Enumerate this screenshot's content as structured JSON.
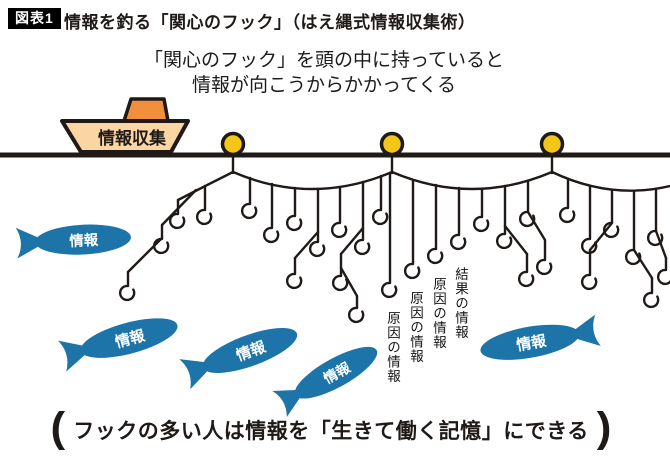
{
  "figure": {
    "badge": "図表1",
    "title": "情報を釣る「関心のフック」（はえ縄式情報収集術）",
    "subtitle_line1": "「関心のフック」を頭の中に持っていると",
    "subtitle_line2": "情報が向こうからかかってくる",
    "caption": "フックの多い人は情報を「生きて働く記憶」にできる",
    "paren_open": "(",
    "paren_close": ")"
  },
  "diagram": {
    "boat_label": "情報収集",
    "fish_label": "情報",
    "fish_count": 5,
    "buoy_count": 3,
    "hook_labels": [
      "結果の情報",
      "原因の情報",
      "原因の情報",
      "原因の情報"
    ],
    "colors": {
      "fish_blue": "#1c74a8",
      "buoy_yellow": "#f5c518",
      "boat_hull": "#fbd5a4",
      "boat_cabin": "#f18f3d",
      "line_dark": "#1f1a17"
    }
  }
}
